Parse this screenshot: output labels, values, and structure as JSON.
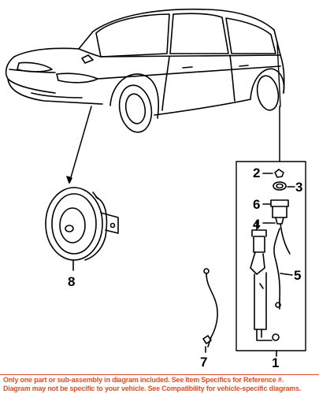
{
  "callouts": {
    "c1": "1",
    "c2": "2",
    "c3": "3",
    "c4": "4",
    "c5": "5",
    "c6": "6",
    "c7": "7",
    "c8": "8"
  },
  "footer": {
    "line1": "Only one part or sub-assembly in diagram included. See Item Specifics for Reference #.",
    "line2": "Diagram may not be specific to your vehicle. See Compatibility for vehicle-specific diagrams.",
    "color": "#e34c26"
  }
}
